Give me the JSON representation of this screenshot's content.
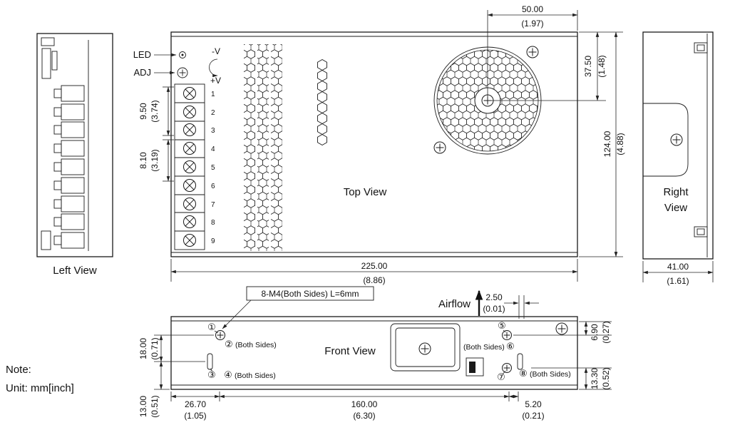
{
  "note": {
    "title": "Note:",
    "unit": "Unit: mm[inch]"
  },
  "views": {
    "left": "Left View",
    "top": "Top View",
    "right_line1": "Right",
    "right_line2": "View",
    "front": "Front View"
  },
  "labels": {
    "led": "LED",
    "adj": "ADJ",
    "neg_v": "-V",
    "pos_v": "+V",
    "airflow": "Airflow",
    "mounting_note": "8-M4(Both Sides) L=6mm",
    "both_sides": "(Both Sides)"
  },
  "terminals": [
    "1",
    "2",
    "3",
    "4",
    "5",
    "6",
    "7",
    "8",
    "9"
  ],
  "markers": [
    "①",
    "②",
    "③",
    "④",
    "⑤",
    "⑥",
    "⑦",
    "⑧"
  ],
  "dims": {
    "w50": {
      "mm": "50.00",
      "in": "(1.97)"
    },
    "h37": {
      "mm": "37.50",
      "in": "(1.48)"
    },
    "h124": {
      "mm": "124.00",
      "in": "(4.88)"
    },
    "w225": {
      "mm": "225.00",
      "in": "(8.86)"
    },
    "p950": {
      "mm": "9.50",
      "in": "(3.74)"
    },
    "p810": {
      "mm": "8.10",
      "in": "(3.19)"
    },
    "w41": {
      "mm": "41.00",
      "in": "(1.61)"
    },
    "g250": {
      "mm": "2.50",
      "in": "(0.01)"
    },
    "h18": {
      "mm": "18.00",
      "in": "(0.71)"
    },
    "h13": {
      "mm": "13.00",
      "in": "(0.51)"
    },
    "w267": {
      "mm": "26.70",
      "in": "(1.05)"
    },
    "w160": {
      "mm": "160.00",
      "in": "(6.30)"
    },
    "w52": {
      "mm": "5.20",
      "in": "(0.21)"
    },
    "h69": {
      "mm": "6.90",
      "in": "(0.27)"
    },
    "h133": {
      "mm": "13.30",
      "in": "(0.52)"
    }
  }
}
